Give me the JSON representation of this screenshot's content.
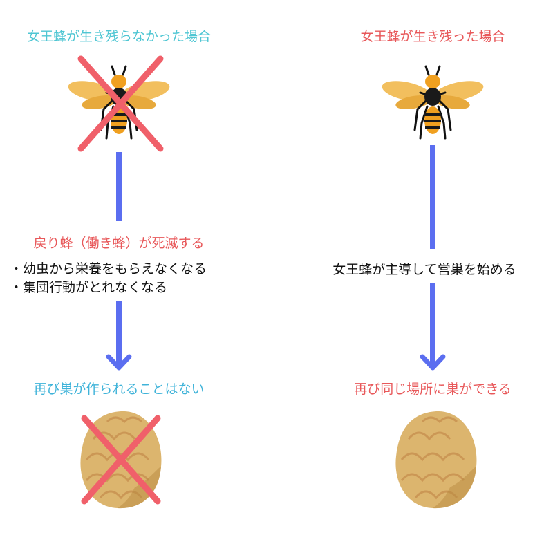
{
  "left": {
    "title": "女王蜂が生き残らなかった場合",
    "step1": "戻り蜂（働き蜂）が死滅する",
    "bullets": [
      "・幼虫から栄養をもらえなくなる",
      "・集団行動がとれなくなる"
    ],
    "result": "再び巣が作られることはない"
  },
  "right": {
    "title": "女王蜂が生き残った場合",
    "step1": "女王蜂が主導して営巣を始める",
    "result": "再び同じ場所に巣ができる"
  },
  "colors": {
    "cyan": "#4fc6d3",
    "red": "#e8585a",
    "arrow": "#5b6ef0",
    "cross": "#f0606a"
  }
}
